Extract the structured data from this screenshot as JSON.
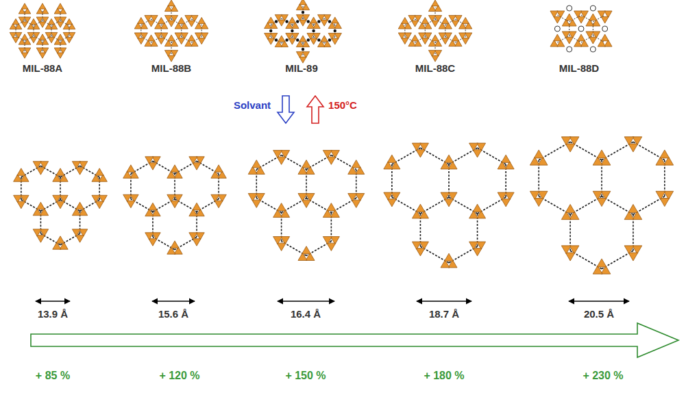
{
  "diagram": {
    "labels": [
      "MIL-88A",
      "MIL-88B",
      "MIL-89",
      "MIL-88C",
      "MIL-88D",
      "Solvant",
      "150°C",
      "13.9 Å",
      "15.6 Å",
      "16.4 Å",
      "18.7 Å",
      "20.5 Å",
      "+ 85 %",
      "+ 120 %",
      "+ 150 %",
      "+ 180 %",
      "+ 230 %"
    ]
  }
}
